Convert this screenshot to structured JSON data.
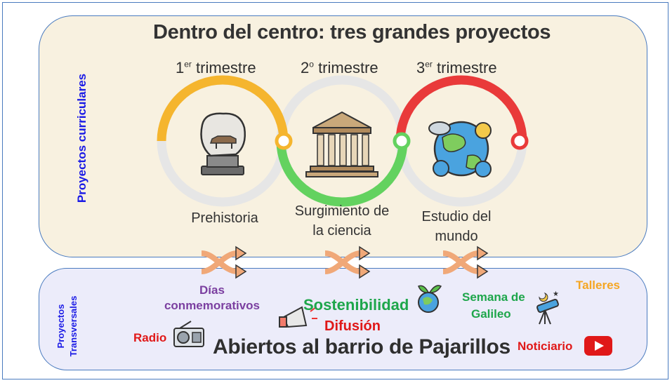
{
  "title": "Dentro del centro: tres grandes proyectos",
  "side_labels": {
    "curricular": "Proyectos curriculares",
    "transversal_line1": "Proyectos",
    "transversal_line2": "Transversales"
  },
  "trimesters": [
    {
      "num": "1",
      "sup": "er",
      "word": "trimestre"
    },
    {
      "num": "2",
      "sup": "o",
      "word": "trimestre"
    },
    {
      "num": "3",
      "sup": "er",
      "word": "trimestre"
    }
  ],
  "projects": [
    {
      "line1": "Prehistoria",
      "line2": "",
      "icon": "stone-tablet-icon",
      "arc_color": "#f5b52e"
    },
    {
      "line1": "Surgimiento de",
      "line2": "la ciencia",
      "icon": "greek-temple-icon",
      "arc_color": "#63d25f"
    },
    {
      "line1": "Estudio del",
      "line2": "mundo",
      "icon": "earth-weather-icon",
      "arc_color": "#e93a3a"
    }
  ],
  "transversal": {
    "dias_line1": "Días",
    "dias_line2": "conmemorativos",
    "sostenibilidad": "Sostenibilidad",
    "difusion": "Difusión",
    "semana_line1": "Semana de",
    "semana_line2": "Galileo",
    "talleres": "Talleres",
    "radio": "Radio",
    "noticiario": "Noticiario",
    "footer": "Abiertos al barrio de Pajarillos"
  },
  "colors": {
    "purple": "#7b3fa0",
    "green": "#1ea64b",
    "red": "#e01818",
    "orange": "#f5a623",
    "blue_label": "#1a1ae6",
    "arrow": "#f0a878"
  }
}
